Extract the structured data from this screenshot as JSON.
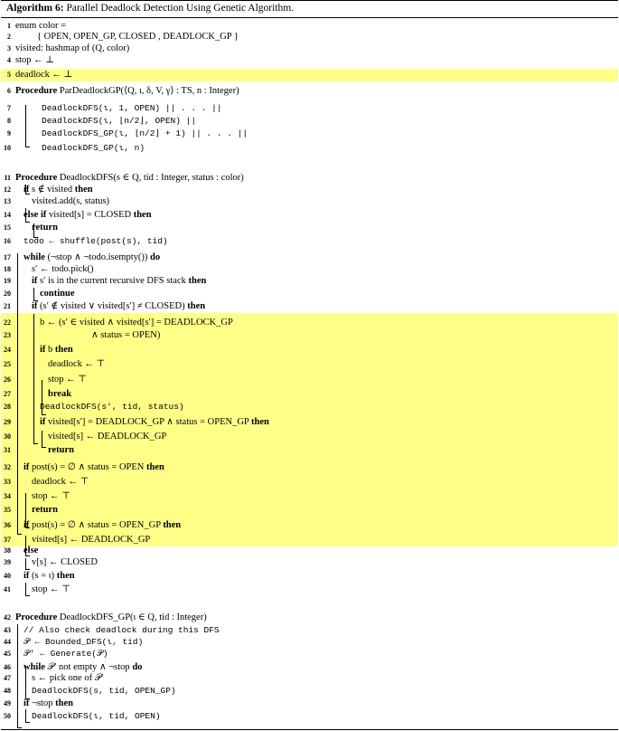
{
  "caption": {
    "label": "Algorithm 6:",
    "title": "Parallel Deadlock Detection Using Genetic Algorithm."
  },
  "lines": [
    {
      "n": "1",
      "text": "enum color ="
    },
    {
      "n": "2",
      "text": "{ OPEN, OPEN_GP, CLOSED , DEADLOCK_GP }"
    },
    {
      "n": "3",
      "text": "visited: hashmap of (Q, color)"
    },
    {
      "n": "4",
      "text": "stop ← ⊥"
    },
    {
      "n": "5",
      "text": "deadlock ← ⊥"
    },
    {
      "n": "6",
      "text": "Procedure ParDeadlockGP(⟨Q, ι, δ, V, γ⟩ : TS, n : Integer)"
    },
    {
      "n": "7",
      "text": "DeadlockDFS(ι, 1, OPEN) || . . . ||"
    },
    {
      "n": "8",
      "text": "DeadlockDFS(ι, ⌊n/2⌋, OPEN) ||"
    },
    {
      "n": "9",
      "text": "DeadlockDFS_GP(ι, ⌊n/2⌋ + 1) || . . . ||"
    },
    {
      "n": "10",
      "text": "DeadlockDFS_GP(ι, n)"
    },
    {
      "n": "11",
      "text": "Procedure DeadlockDFS(s ∈ Q, tid : Integer, status : color)"
    },
    {
      "n": "12",
      "text": "if s ∉ visited then"
    },
    {
      "n": "13",
      "text": "visited.add(s, status)"
    },
    {
      "n": "14",
      "text": "else if visited[s] = CLOSED then"
    },
    {
      "n": "15",
      "text": "return"
    },
    {
      "n": "16",
      "text": "todo ← shuffle(post(s), tid)"
    },
    {
      "n": "17",
      "text": "while (¬stop ∧ ¬todo.isempty()) do"
    },
    {
      "n": "18",
      "text": "s′ ← todo.pick()"
    },
    {
      "n": "19",
      "text": "if s′ is in the current recursive DFS stack then"
    },
    {
      "n": "20",
      "text": "continue"
    },
    {
      "n": "21",
      "text": "if (s′ ∉ visited ∨ visited[s′] ≠ CLOSED) then"
    },
    {
      "n": "22",
      "text": "b ← (s′ ∈ visited ∧ visited[s′] = DEADLOCK_GP"
    },
    {
      "n": "23",
      "text": "∧ status = OPEN)"
    },
    {
      "n": "24",
      "text": "if b then"
    },
    {
      "n": "25",
      "text": "deadlock ← ⊤"
    },
    {
      "n": "26",
      "text": "stop ← ⊤"
    },
    {
      "n": "27",
      "text": "break"
    },
    {
      "n": "28",
      "text": "DeadlockDFS(s′, tid, status)"
    },
    {
      "n": "29",
      "text": "if visited[s′] = DEADLOCK_GP ∧ status = OPEN_GP then"
    },
    {
      "n": "30",
      "text": "visited[s] ← DEADLOCK_GP"
    },
    {
      "n": "31",
      "text": "return"
    },
    {
      "n": "32",
      "text": "if post(s) = ∅ ∧ status = OPEN then"
    },
    {
      "n": "33",
      "text": "deadlock ← ⊤"
    },
    {
      "n": "34",
      "text": "stop ← ⊤"
    },
    {
      "n": "35",
      "text": "return"
    },
    {
      "n": "36",
      "text": "if post(s) = ∅ ∧ status = OPEN_GP then"
    },
    {
      "n": "37",
      "text": "visited[s] ← DEADLOCK_GP"
    },
    {
      "n": "38",
      "text": "else"
    },
    {
      "n": "39",
      "text": "v[s] ← CLOSED"
    },
    {
      "n": "40",
      "text": "if (s = ι) then"
    },
    {
      "n": "41",
      "text": "stop ← ⊤"
    },
    {
      "n": "42",
      "text": "Procedure DeadlockDFS_GP(ι ∈ Q, tid : Integer)"
    },
    {
      "n": "43",
      "text": "// Also check deadlock during this DFS"
    },
    {
      "n": "44",
      "text": "𝒫 ← Bounded_DFS(ι, tid)"
    },
    {
      "n": "45",
      "text": "𝒫′ ← Generate(𝒫)"
    },
    {
      "n": "46",
      "text": "while 𝒫′ not empty ∧ ¬stop do"
    },
    {
      "n": "47",
      "text": "s ← pick one of 𝒫′"
    },
    {
      "n": "48",
      "text": "DeadlockDFS(s, tid, OPEN_GP)"
    },
    {
      "n": "49",
      "text": "if ¬stop then"
    },
    {
      "n": "50",
      "text": "DeadlockDFS(ι, tid, OPEN)"
    }
  ],
  "colors": {
    "highlight": "#ffff88",
    "text": "#000000"
  }
}
